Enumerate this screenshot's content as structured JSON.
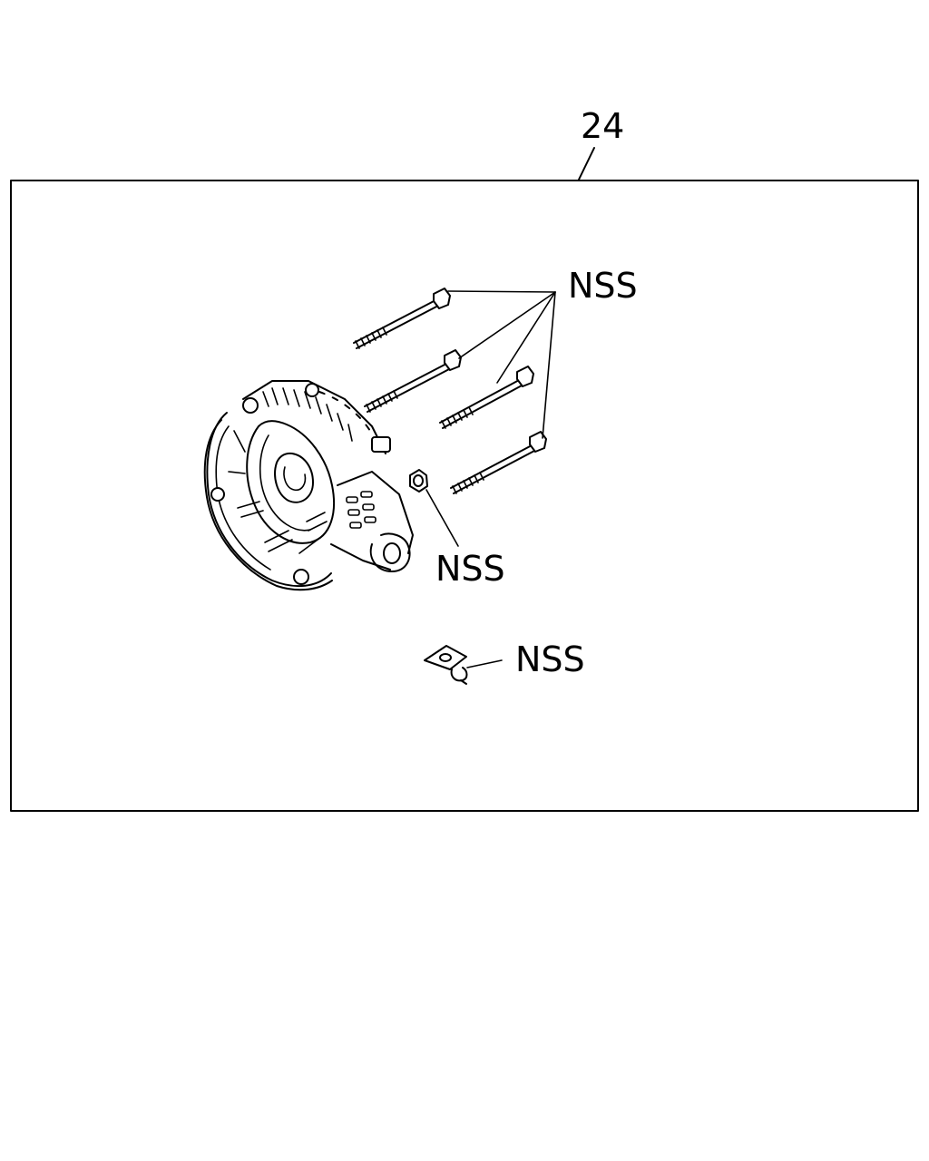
{
  "callouts": {
    "assembly": "24",
    "bolts": "NSS",
    "nut": "NSS",
    "bracket": "NSS"
  },
  "colors": {
    "line": "#000000",
    "background": "#ffffff"
  }
}
